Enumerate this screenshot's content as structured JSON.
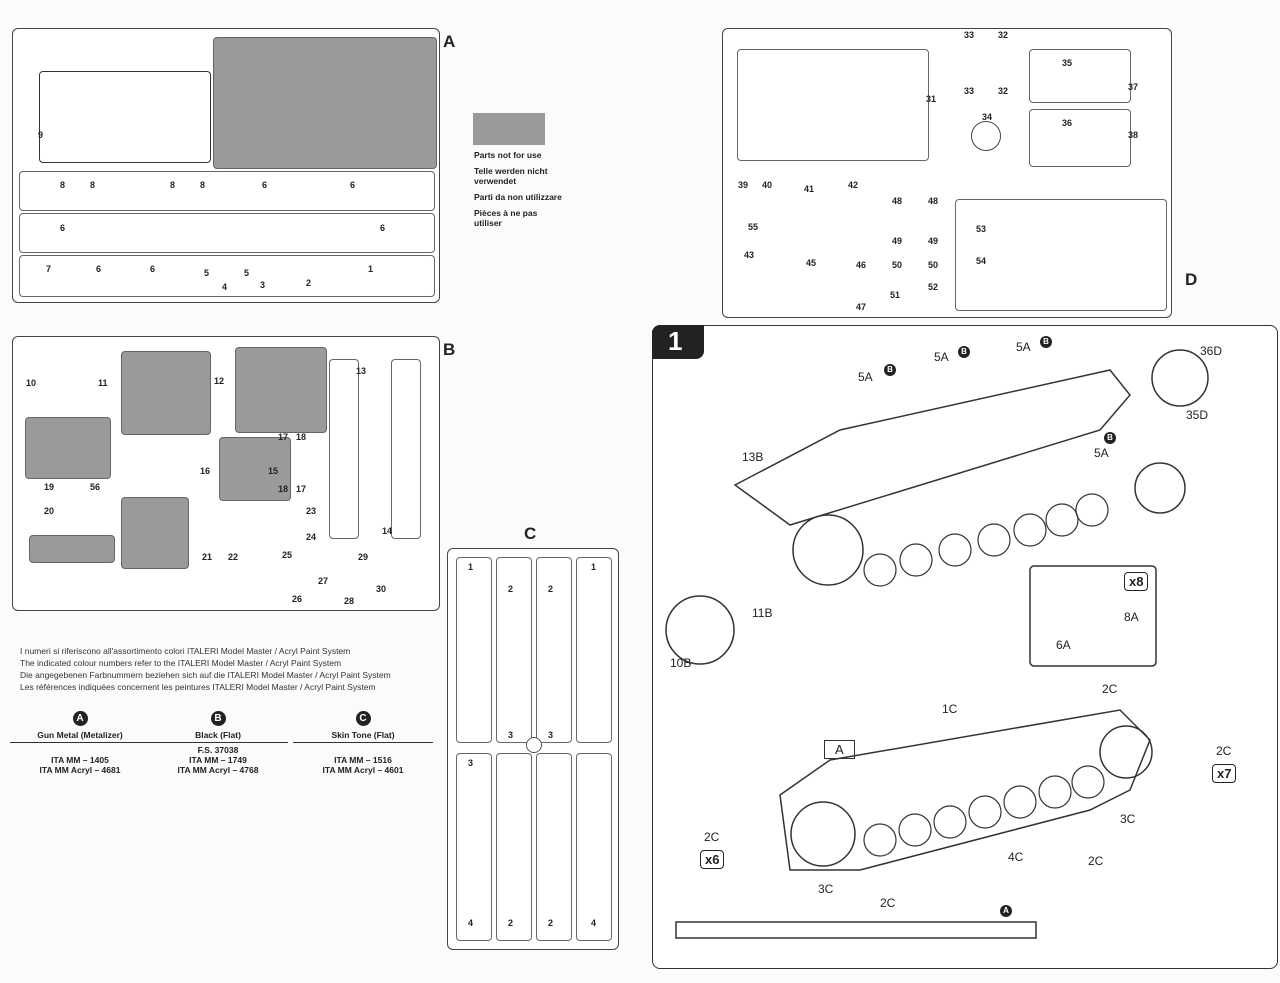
{
  "sprues": {
    "a": "A",
    "b": "B",
    "c": "C",
    "d": "D"
  },
  "legend": {
    "lines": [
      "Parts not for use",
      "Telle werden nicht verwendet",
      "Parti da non utilizzare",
      "Pièces à ne pas utiliser"
    ]
  },
  "notes": [
    "I numeri si riferiscono all'assortimento colori ITALERI Model Master / Acryl Paint System",
    "The indicated colour numbers refer to the ITALERI Model Master / Acryl Paint System",
    "Die angegebenen Farbnummern beziehen sich auf die ITALERI Model Master / Acryl Paint System",
    "Les références indiquées concernent les peintures ITALERI Model Master / Acryl Paint System"
  ],
  "paints": [
    {
      "letter": "A",
      "name": "Gun Metal (Metalizer)",
      "fs": "",
      "mm": "ITA MM – 1405",
      "acryl": "ITA MM Acryl – 4681"
    },
    {
      "letter": "B",
      "name": "Black (Flat)",
      "fs": "F.S. 37038",
      "mm": "ITA MM – 1749",
      "acryl": "ITA MM Acryl – 4768"
    },
    {
      "letter": "C",
      "name": "Skin Tone (Flat)",
      "fs": "",
      "mm": "ITA MM – 1516",
      "acryl": "ITA MM Acryl – 4601"
    }
  ],
  "parts_a": [
    "9",
    "8",
    "8",
    "8",
    "8",
    "6",
    "6",
    "6",
    "6",
    "7",
    "6",
    "6",
    "5",
    "5",
    "4",
    "3",
    "2",
    "1"
  ],
  "parts_b": [
    "10",
    "11",
    "12",
    "13",
    "14",
    "15",
    "16",
    "17",
    "18",
    "18",
    "17",
    "19",
    "56",
    "20",
    "21",
    "22",
    "23",
    "24",
    "25",
    "26",
    "27",
    "28",
    "29",
    "30"
  ],
  "parts_c": [
    "1",
    "2",
    "2",
    "1",
    "3",
    "3",
    "3",
    "4",
    "2",
    "2",
    "4"
  ],
  "parts_d": [
    "33",
    "32",
    "33",
    "32",
    "35",
    "37",
    "38",
    "31",
    "34",
    "36",
    "39",
    "40",
    "41",
    "42",
    "48",
    "48",
    "49",
    "49",
    "55",
    "53",
    "54",
    "43",
    "45",
    "46",
    "47",
    "50",
    "50",
    "51",
    "52"
  ],
  "step": {
    "number": "1",
    "labels": [
      "5A",
      "5A",
      "5A",
      "5A",
      "13B",
      "36D",
      "35D",
      "x8",
      "8A",
      "6A",
      "10B",
      "11B",
      "1C",
      "2C",
      "A",
      "2C",
      "x7",
      "2C",
      "x6",
      "3C",
      "4C",
      "2C",
      "3C",
      "2C"
    ],
    "marker_b": "B",
    "marker_a": "A"
  }
}
